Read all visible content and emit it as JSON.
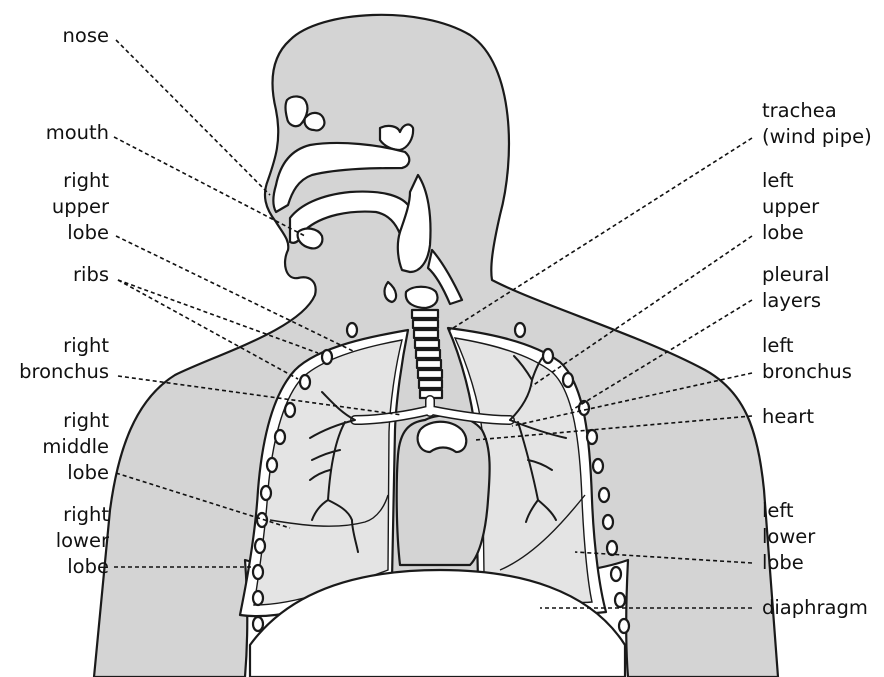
{
  "colors": {
    "body_fill": "#d4d4d4",
    "outline": "#1a1a1a",
    "background": "#ffffff"
  },
  "labels": {
    "nose": "nose",
    "mouth": "mouth",
    "right_upper_lobe": "right\nupper\nlobe",
    "ribs": "ribs",
    "right_bronchus": "right\nbronchus",
    "right_middle_lobe": "right\nmiddle\nlobe",
    "right_lower_lobe": "right\nlower\nlobe",
    "trachea": "trachea\n(wind pipe)",
    "left_upper_lobe": "left\nupper\nlobe",
    "pleural_layers": "pleural\nlayers",
    "left_bronchus": "left\nbronchus",
    "heart": "heart",
    "left_lower_lobe": "left\nlower\nlobe",
    "diaphragm": "diaphragm"
  }
}
